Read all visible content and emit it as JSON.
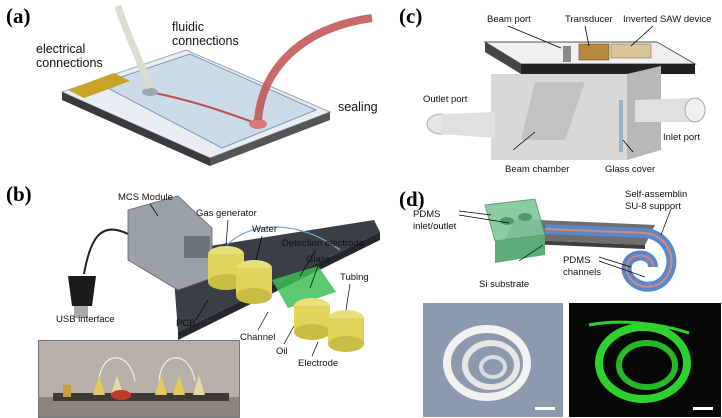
{
  "panel_a": {
    "label": "(a)",
    "electrical": "electrical\nconnections",
    "fluidic": "fluidic\nconnections",
    "sealing": "sealing"
  },
  "panel_b": {
    "label": "(b)",
    "mcs_module": "MCS Module",
    "gas_generator": "Gas generator",
    "water": "Water",
    "detection_electrode": "Detection electrode",
    "glass": "Glass",
    "tubing": "Tubing",
    "usb_interface": "USB interface",
    "pcb": "PCB",
    "channel": "Channel",
    "oil": "Oil",
    "electrode": "Electrode"
  },
  "panel_c": {
    "label": "(c)",
    "beam_port": "Beam port",
    "transducer": "Transducer",
    "inverted_saw": "Inverted SAW device",
    "outlet_port": "Outlet port",
    "inlet_port": "Inlet port",
    "beam_chamber": "Beam chamber",
    "glass_cover": "Glass cover"
  },
  "panel_d": {
    "label": "(d)",
    "pdms_inlet": "PDMS\ninlet/outlet",
    "self_assembling": "Self-assemblin\nSU-8 support",
    "si_substrate": "Si substrate",
    "pdms_channels": "PDMS\nchannels"
  },
  "colors": {
    "pcb_dark": "#2b2b2b",
    "gold": "#c9a227",
    "sealing_red": "#c0504d",
    "green_fluor": "#2fd12f"
  }
}
